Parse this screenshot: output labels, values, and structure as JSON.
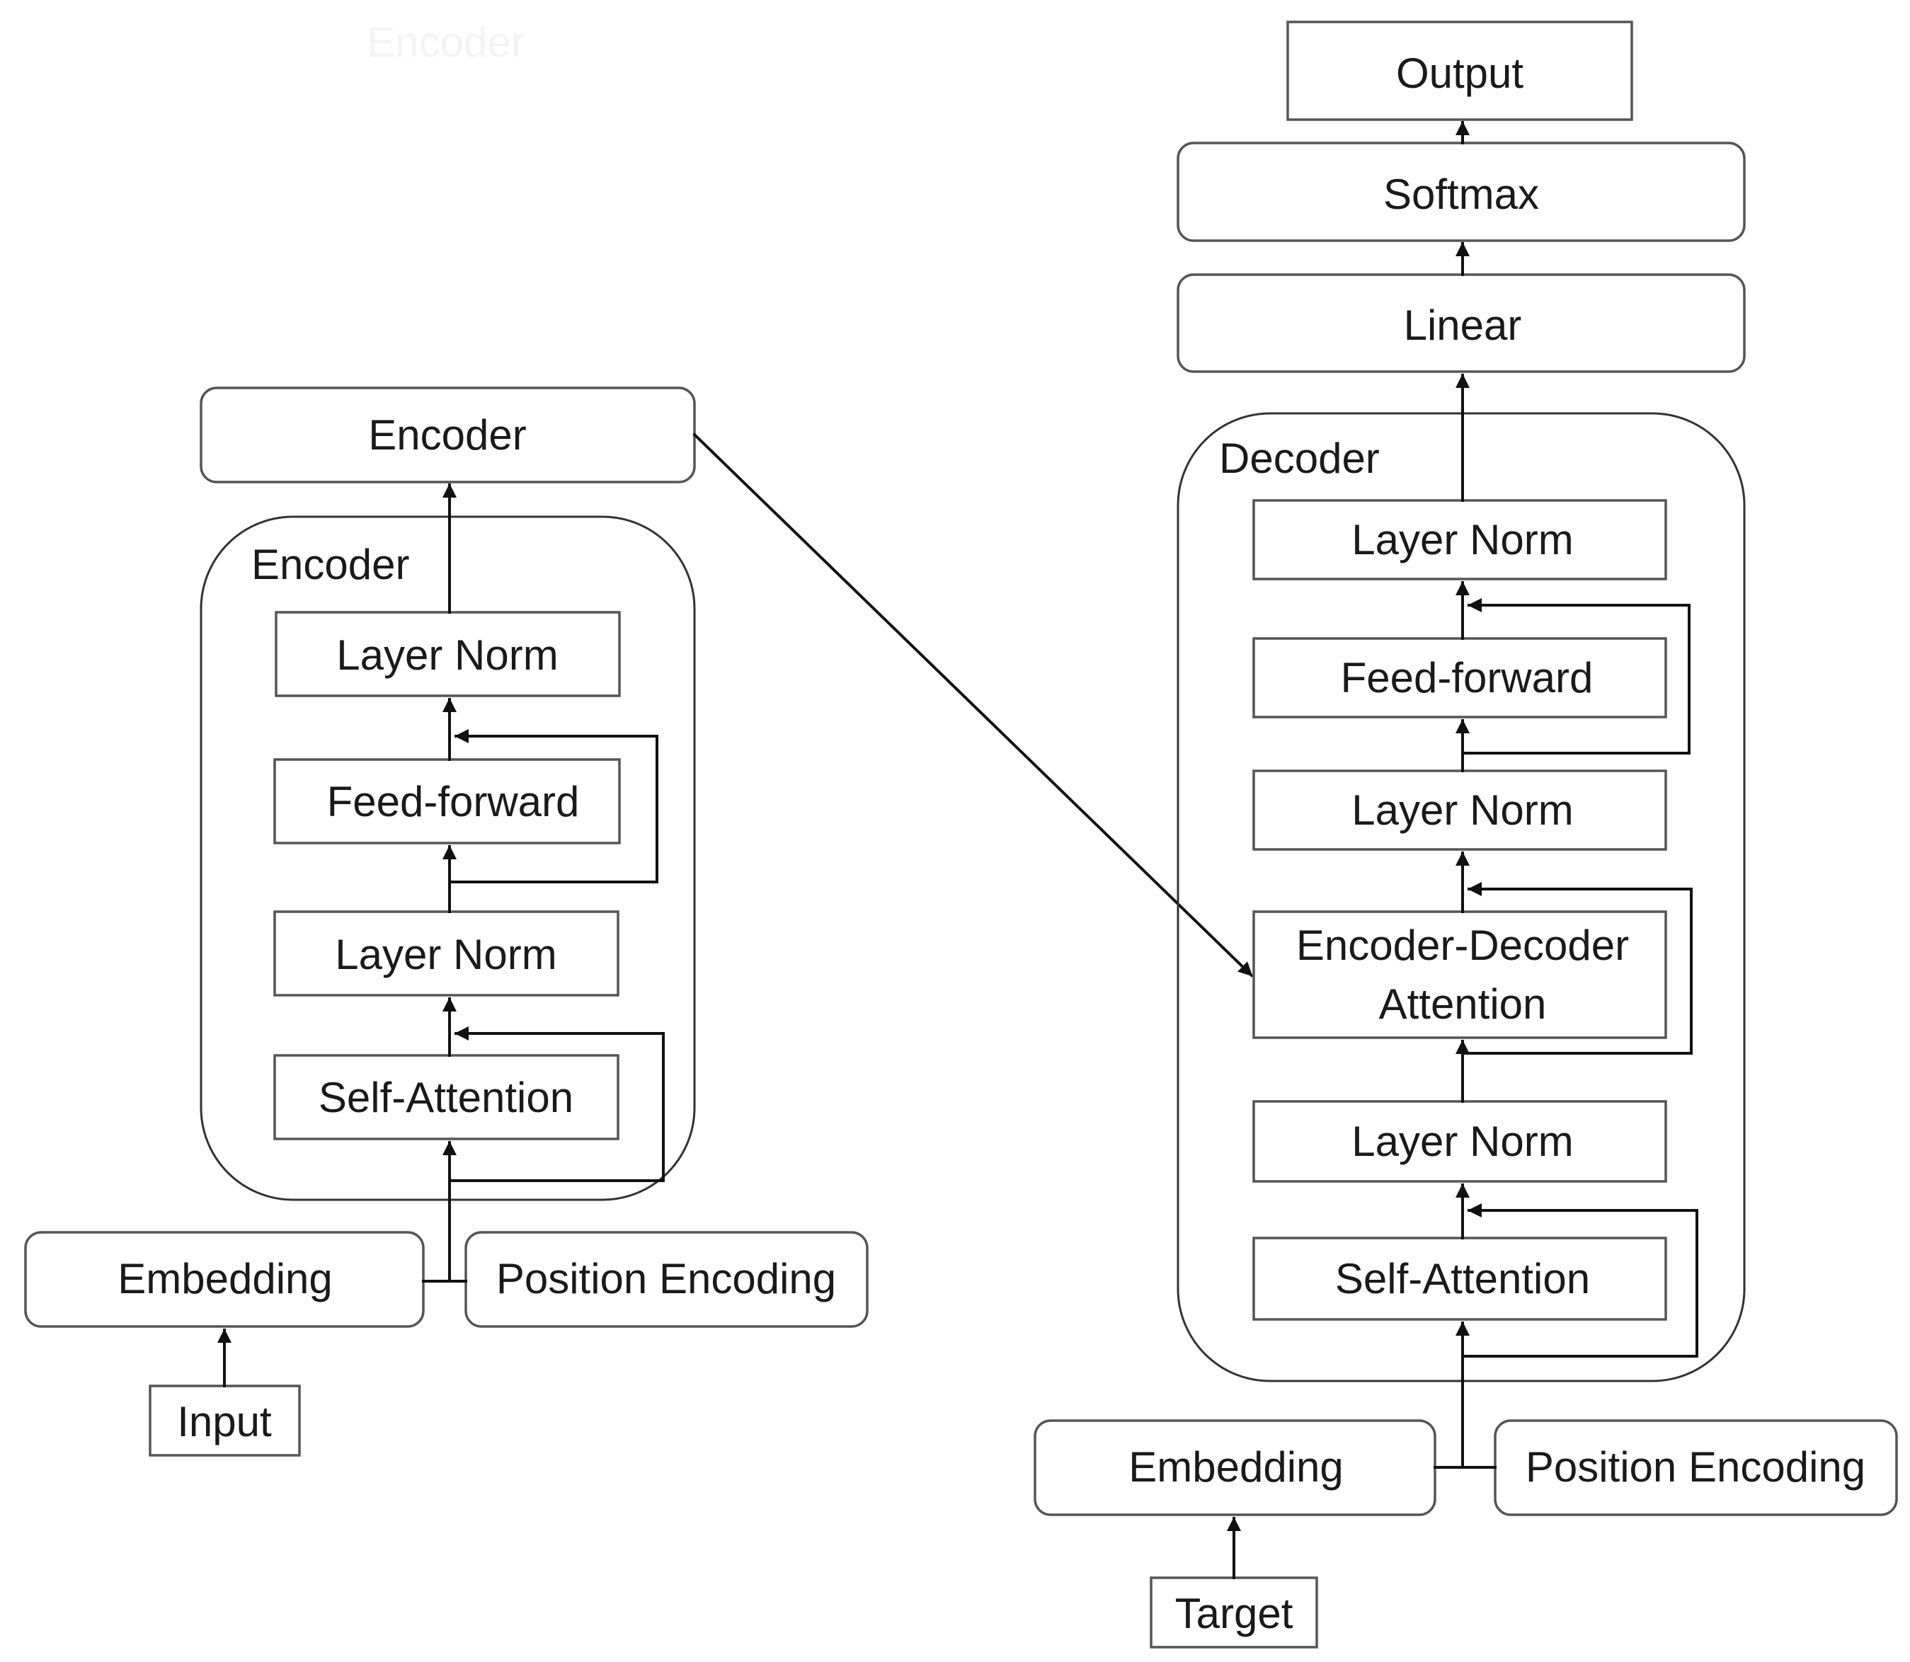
{
  "encoder_side": {
    "faded_label": "Encoder",
    "output_label": "Encoder",
    "container_label": "Encoder",
    "layer_norm_top": "Layer Norm",
    "feed_forward": "Feed-forward",
    "layer_norm_mid": "Layer Norm",
    "self_attention": "Self-Attention",
    "embedding": "Embedding",
    "position_encoding": "Position Encoding",
    "input": "Input"
  },
  "decoder_side": {
    "output": "Output",
    "softmax": "Softmax",
    "linear": "Linear",
    "container_label": "Decoder",
    "layer_norm_top": "Layer Norm",
    "feed_forward": "Feed-forward",
    "layer_norm_mid": "Layer Norm",
    "enc_dec_attention_line1": "Encoder-Decoder",
    "enc_dec_attention_line2": "Attention",
    "layer_norm_low": "Layer Norm",
    "self_attention": "Self-Attention",
    "embedding": "Embedding",
    "position_encoding": "Position Encoding",
    "target": "Target"
  }
}
